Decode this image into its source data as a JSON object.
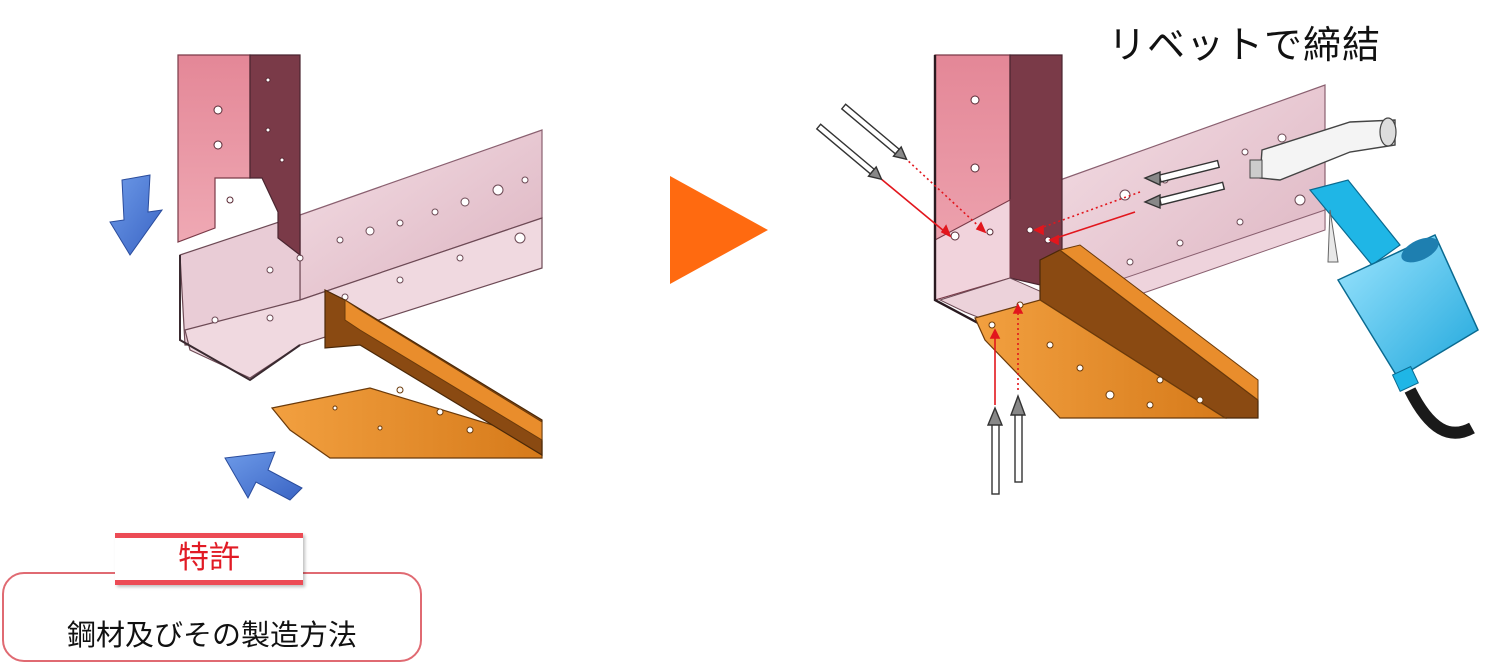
{
  "title": "リベットで締結",
  "patent": {
    "tag": "特許",
    "description": "鋼材及びその製造方法"
  },
  "colors": {
    "pink_panel": "#e89aa8",
    "dark_pink": "#7a3a48",
    "beam_pink": "#e8c4cf",
    "orange": "#e98d2c",
    "dark_orange": "#8a4a12",
    "blue_arrow": "#4a7bd6",
    "next_arrow": "#ff6a10",
    "rivet_line": "#e2161d",
    "tool_cyan": "#1fb6e6",
    "patent_red": "#ec4b55"
  },
  "icons": [
    "down-arrow-icon",
    "diagonal-arrow-icon",
    "next-step-arrow-icon",
    "rivet-icon",
    "rivet-gun-icon"
  ]
}
